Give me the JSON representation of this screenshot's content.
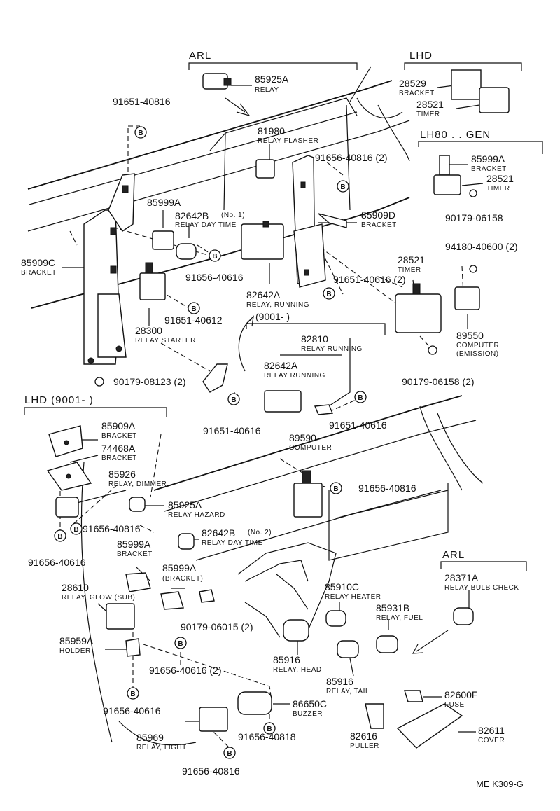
{
  "diagram_ref": "ME  K309-G",
  "bolt_symbol": "B",
  "sections": {
    "arl_top": "ARL",
    "lhd_top": "LHD",
    "lh80_gen": "LH80 . . GEN",
    "date_9001": "(9001-         )",
    "lhd_9001": "LHD (9001-         )",
    "arl_bottom": "ARL"
  },
  "parts": [
    {
      "id": "p1",
      "number": "85925A",
      "desc": "RELAY"
    },
    {
      "id": "p2",
      "number": "91651-40816",
      "desc": ""
    },
    {
      "id": "p3",
      "number": "81980",
      "desc": "RELAY FLASHER"
    },
    {
      "id": "p4",
      "number": "91656-40816 (2)",
      "desc": ""
    },
    {
      "id": "p5",
      "number": "28529",
      "desc": "BRACKET"
    },
    {
      "id": "p6",
      "number": "28521",
      "desc": "TIMER"
    },
    {
      "id": "p7",
      "number": "85999A",
      "desc": "BRACKET"
    },
    {
      "id": "p8",
      "number": "28521",
      "desc": "TIMER"
    },
    {
      "id": "p9",
      "number": "90179-06158",
      "desc": ""
    },
    {
      "id": "p10",
      "number": "85999A",
      "desc": ""
    },
    {
      "id": "p11",
      "number": "82642B",
      "desc": "RELAY DAY TIME",
      "note": "(No. 1)"
    },
    {
      "id": "p12",
      "number": "85909D",
      "desc": "BRACKET"
    },
    {
      "id": "p13",
      "number": "85909C",
      "desc": "BRACKET"
    },
    {
      "id": "p14",
      "number": "91656-40616",
      "desc": ""
    },
    {
      "id": "p15",
      "number": "94180-40600 (2)",
      "desc": ""
    },
    {
      "id": "p16",
      "number": "28521",
      "desc": "TIMER"
    },
    {
      "id": "p17",
      "number": "82642A",
      "desc": "RELAY, RUNNING"
    },
    {
      "id": "p18",
      "number": "91651-40616 (2)",
      "desc": ""
    },
    {
      "id": "p19",
      "number": "91651-40612",
      "desc": ""
    },
    {
      "id": "p20",
      "number": "28300",
      "desc": "RELAY STARTER"
    },
    {
      "id": "p21",
      "number": "82810",
      "desc": "RELAY RUNNING"
    },
    {
      "id": "p22",
      "number": "89550",
      "desc": "COMPUTER",
      "note": "(EMISSION)"
    },
    {
      "id": "p23",
      "number": "82642A",
      "desc": "RELAY RUNNING"
    },
    {
      "id": "p24",
      "number": "90179-08123 (2)",
      "desc": ""
    },
    {
      "id": "p25",
      "number": "90179-06158 (2)",
      "desc": ""
    },
    {
      "id": "p26",
      "number": "91651-40616",
      "desc": ""
    },
    {
      "id": "p27",
      "number": "91651-40616",
      "desc": ""
    },
    {
      "id": "p28",
      "number": "85909A",
      "desc": "BRACKET"
    },
    {
      "id": "p29",
      "number": "74468A",
      "desc": "BRACKET"
    },
    {
      "id": "p30",
      "number": "89590",
      "desc": "COMPUTER"
    },
    {
      "id": "p31",
      "number": "85926",
      "desc": "RELAY, DIMMER"
    },
    {
      "id": "p32",
      "number": "91656-40816",
      "desc": ""
    },
    {
      "id": "p33",
      "number": "85925A",
      "desc": "RELAY HAZARD"
    },
    {
      "id": "p34",
      "number": "91656-40816",
      "desc": ""
    },
    {
      "id": "p35",
      "number": "82642B",
      "desc": "RELAY DAY TIME",
      "note": "(No. 2)"
    },
    {
      "id": "p36",
      "number": "85999A",
      "desc": "BRACKET"
    },
    {
      "id": "p37",
      "number": "91656-40616",
      "desc": ""
    },
    {
      "id": "p38",
      "number": "85999A",
      "desc": "(BRACKET)"
    },
    {
      "id": "p39",
      "number": "28371A",
      "desc": "RELAY BULB CHECK"
    },
    {
      "id": "p40",
      "number": "28610",
      "desc": "RELAY, GLOW (SUB)"
    },
    {
      "id": "p41",
      "number": "85910C",
      "desc": "RELAY HEATER"
    },
    {
      "id": "p42",
      "number": "85931B",
      "desc": "RELAY, FUEL"
    },
    {
      "id": "p43",
      "number": "90179-06015 (2)",
      "desc": ""
    },
    {
      "id": "p44",
      "number": "85959A",
      "desc": "HOLDER"
    },
    {
      "id": "p45",
      "number": "85916",
      "desc": "RELAY, HEAD"
    },
    {
      "id": "p46",
      "number": "91656-40616 (2)",
      "desc": ""
    },
    {
      "id": "p47",
      "number": "85916",
      "desc": "RELAY, TAIL"
    },
    {
      "id": "p48",
      "number": "82600F",
      "desc": "FUSE"
    },
    {
      "id": "p49",
      "number": "86650C",
      "desc": "BUZZER"
    },
    {
      "id": "p50",
      "number": "91656-40616",
      "desc": ""
    },
    {
      "id": "p51",
      "number": "82616",
      "desc": "PULLER"
    },
    {
      "id": "p52",
      "number": "82611",
      "desc": "COVER"
    },
    {
      "id": "p53",
      "number": "85969",
      "desc": "RELAY, LIGHT"
    },
    {
      "id": "p54",
      "number": "91656-40818",
      "desc": ""
    },
    {
      "id": "p55",
      "number": "91656-40816",
      "desc": ""
    }
  ]
}
